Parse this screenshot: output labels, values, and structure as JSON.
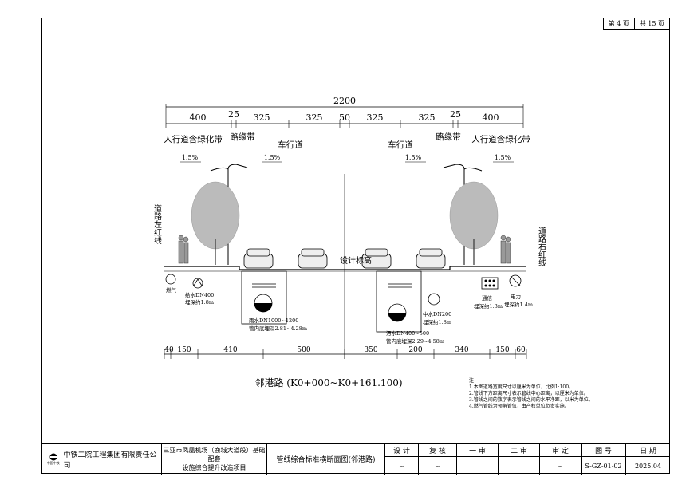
{
  "page_info": {
    "page": "第 4 页",
    "total": "共 15 页"
  },
  "dims_top": {
    "total": "2200",
    "segments": [
      "400",
      "25",
      "325",
      "325",
      "50",
      "325",
      "325",
      "25",
      "400"
    ]
  },
  "zones": {
    "left_walk": "人行道含绿化带",
    "left_curb": "路缘带",
    "left_lane": "车行道",
    "right_lane": "车行道",
    "right_curb": "路缘带",
    "right_walk": "人行道含绿化带"
  },
  "slopes": [
    "1.5%",
    "1.5%",
    "1.5%",
    "1.5%"
  ],
  "red_lines": {
    "left": "道路左红线",
    "right": "道路右红线"
  },
  "design_elev": "设计标高",
  "utilities": {
    "gas": "燃气",
    "water_supply": "给水DN400",
    "water_supply_depth": "埋深约1.8m",
    "storm_1": "雨水DN1000~1200",
    "storm_2": "管内底埋深2.81~4.28m",
    "sewage_1": "污水DN400~500",
    "sewage_2": "管内底埋深2.29~4.58m",
    "reclaimed_1": "中水DN200",
    "reclaimed_2": "埋深约1.8m",
    "telecom": "通信",
    "telecom_depth": "埋深约1.3m",
    "power": "电力",
    "power_depth": "埋深约1.4m"
  },
  "dims_bottom": [
    "40",
    "150",
    "410",
    "500",
    "350",
    "200",
    "340",
    "150",
    "60"
  ],
  "road_title": "邻港路 (K0+000~K0+161.100)",
  "notes": {
    "heading": "注：",
    "items": [
      "1.本图道路宽度尺寸以厘米为单位，比例1:100。",
      "2.管线下方距离尺寸表示管线中心距离，以厘米为单位。",
      "3.管线之间的数字表示管线之间的水平净距，以米为单位。",
      "4.燃气管线为预留管位，由产权单位负责实施。"
    ]
  },
  "title_block": {
    "company": "中铁二院工程集团有限责任公司",
    "logo_text": "中国中铁",
    "project_1": "三亚市凤凰机场（鹿城大道段）基础配套",
    "project_2": "设施综合提升改造项目",
    "drawing_title": "管线综合标准横断面图(邻港路)",
    "design_label": "设 计",
    "review_label": "复 核",
    "first_label": "一 审",
    "second_label": "二 审",
    "approve_label": "审 定",
    "drawing_no_label": "图 号",
    "drawing_no": "S-GZ-01-02",
    "date_label": "日 期",
    "date": "2025.04"
  }
}
